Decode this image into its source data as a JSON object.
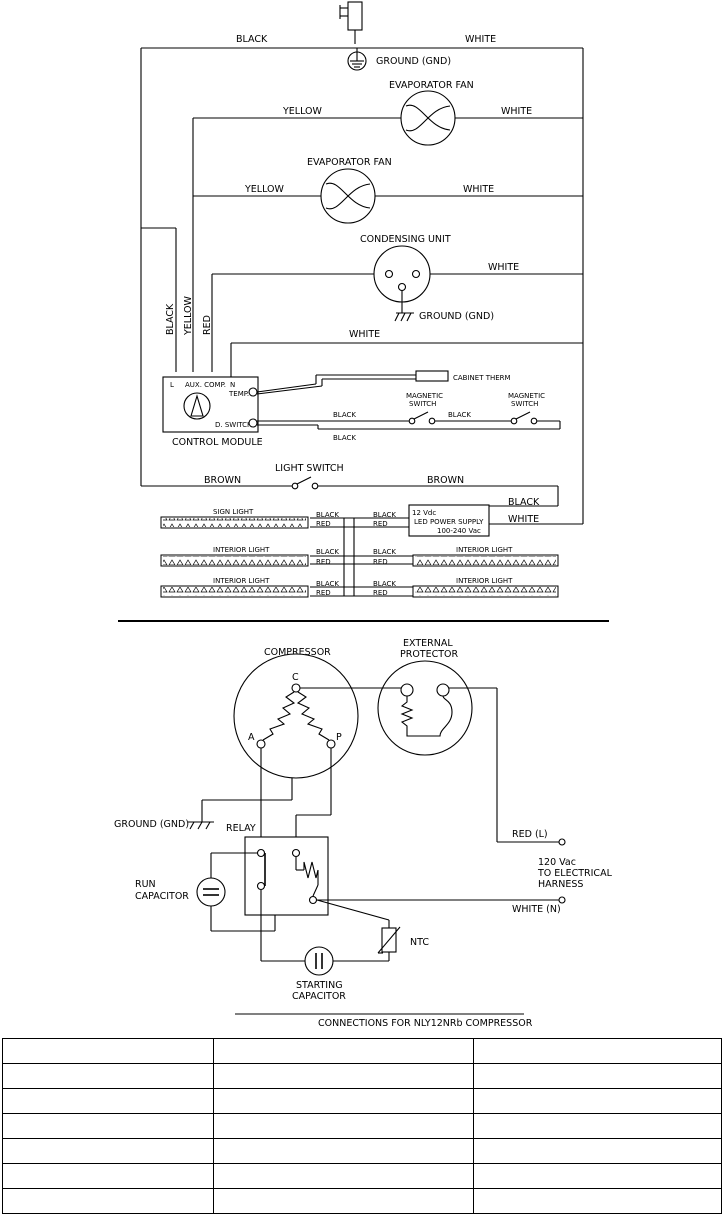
{
  "plug": {
    "ground_label": "GROUND (GND)"
  },
  "top_wires": {
    "black": "BLACK",
    "white": "WHITE"
  },
  "evap_fan_1": {
    "name": "EVAPORATOR FAN",
    "left_wire": "YELLOW",
    "right_wire": "WHITE"
  },
  "evap_fan_2": {
    "name": "EVAPORATOR FAN",
    "left_wire": "YELLOW",
    "right_wire": "WHITE"
  },
  "condensing_unit": {
    "name": "CONDENSING UNIT",
    "right_wire": "WHITE",
    "ground_label": "GROUND (GND)"
  },
  "vertical_wires": {
    "black": "BLACK",
    "yellow": "YELLOW",
    "red": "RED"
  },
  "control_white_wire": "WHITE",
  "control_module": {
    "name": "CONTROL MODULE",
    "terminal_l": "L",
    "terminal_aux": "AUX. COMP.",
    "terminal_n": "N",
    "terminal_temp": "TEMP.",
    "terminal_dswitch": "D. SWITCH"
  },
  "cabinet_therm": "CABINET THERM",
  "magnetic_switch_1": [
    "MAGNETIC",
    "SWITCH"
  ],
  "magnetic_switch_2": [
    "MAGNETIC",
    "SWITCH"
  ],
  "switch_wires": {
    "black_1": "BLACK",
    "black_2": "BLACK",
    "black_3": "BLACK"
  },
  "light_switch": {
    "name": "LIGHT SWITCH",
    "left_wire": "BROWN",
    "right_wire": "BROWN"
  },
  "power_supply": {
    "line1": "12 Vdc",
    "line2": "LED POWER SUPPLY",
    "line3": "100-240 Vac",
    "black_wire": "BLACK",
    "white_wire": "WHITE"
  },
  "lights": {
    "sign_light": "SIGN LIGHT",
    "interior_light": "INTERIOR LIGHT",
    "black": "BLACK",
    "red": "RED"
  },
  "compressor": {
    "name": "COMPRESSOR",
    "c": "C",
    "a": "A",
    "p": "P",
    "ground_label": "GROUND (GND)"
  },
  "external_protector": [
    "EXTERNAL",
    "PROTECTOR"
  ],
  "relay": "RELAY",
  "run_capacitor": [
    "RUN",
    "CAPACITOR"
  ],
  "starting_capacitor": [
    "STARTING",
    "CAPACITOR"
  ],
  "ntc": "NTC",
  "supply": {
    "red_l": "RED (L)",
    "line1": "120 Vac",
    "line2": "TO ELECTRICAL",
    "line3": "HARNESS",
    "white_n": "WHITE (N)"
  },
  "caption": "CONNECTIONS FOR NLY12NRb COMPRESSOR",
  "table": {
    "rows": [
      [
        "",
        "",
        ""
      ],
      [
        "",
        "",
        ""
      ],
      [
        "",
        "",
        ""
      ],
      [
        "",
        "",
        ""
      ],
      [
        "",
        "",
        ""
      ],
      [
        "",
        "",
        ""
      ],
      [
        "",
        "",
        ""
      ]
    ]
  }
}
